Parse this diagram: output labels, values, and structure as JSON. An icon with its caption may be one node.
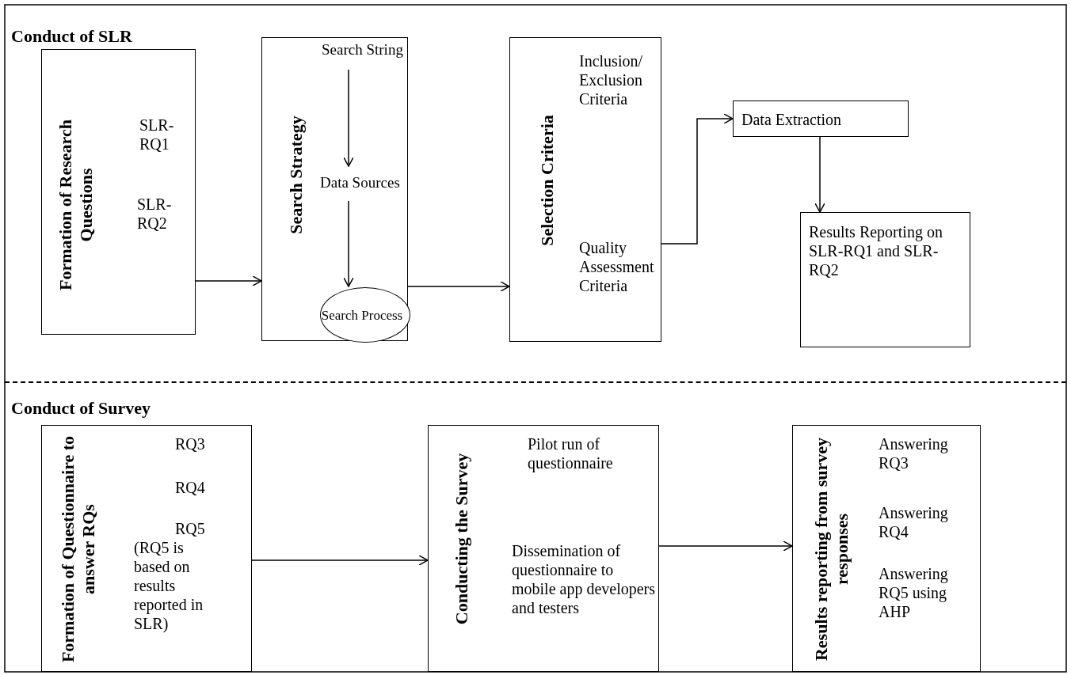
{
  "diagram": {
    "nodes": [
      {
        "text": [
          "Conduct of SLR"
        ]
      },
      {
        "text": [
          "Formation of Research Questions",
          "SLR-RQ1",
          "SLR-RQ2"
        ],
        "in": 0
      },
      {
        "text": [
          "Search Strategy"
        ],
        "in": 0
      },
      {
        "text": [
          "Search String"
        ],
        "in": 2
      },
      {
        "text": [
          "Data Sources"
        ],
        "in": 2
      },
      {
        "text": [
          "Search Process"
        ],
        "in": 2
      },
      {
        "text": [
          "Selection Criteria",
          "Inclusion/ Exclusion Criteria",
          "Quality Assessment Criteria"
        ],
        "in": 0
      },
      {
        "text": [
          "Data Extraction"
        ],
        "in": 0
      },
      {
        "text": [
          "Results Reporting on SLR-RQ1 and SLR-RQ2"
        ],
        "in": 0
      },
      {
        "text": [
          "Conduct of Survey"
        ]
      },
      {
        "text": [
          "Formation of Questionnaire to answer RQs",
          "RQ3",
          "RQ4",
          "RQ5",
          "(RQ5 is based on results reported in SLR)"
        ],
        "in": 9
      },
      {
        "text": [
          "Conducting the Survey",
          "Pilot run of questionnaire",
          "Dissemination of questionnaire to mobile app developers and testers"
        ],
        "in": 9
      },
      {
        "text": [
          "Results reporting from survey responses",
          "Answering RQ3",
          "Answering RQ4",
          "Answering RQ5 using AHP"
        ],
        "in": 9
      }
    ],
    "edges": [
      {
        "from": 1,
        "to": 2,
        "arrow": "to"
      },
      {
        "from": 3,
        "to": 4,
        "arrow": "to"
      },
      {
        "from": 4,
        "to": 5,
        "arrow": "to"
      },
      {
        "from": 2,
        "to": 6,
        "arrow": "to"
      },
      {
        "from": 6,
        "to": 7,
        "arrow": "to"
      },
      {
        "from": 7,
        "to": 8,
        "arrow": "to"
      },
      {
        "from": 10,
        "to": 11,
        "arrow": "to"
      },
      {
        "from": 11,
        "to": 12,
        "arrow": "to"
      }
    ]
  }
}
